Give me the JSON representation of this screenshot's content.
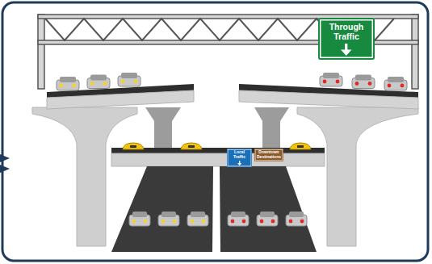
{
  "diagram": {
    "nodes": [
      {
        "text": [
          "Through Traffic"
        ]
      },
      {
        "text": [
          "Local Traffic"
        ]
      },
      {
        "text": [
          "Downtown Destinations"
        ]
      }
    ]
  }
}
